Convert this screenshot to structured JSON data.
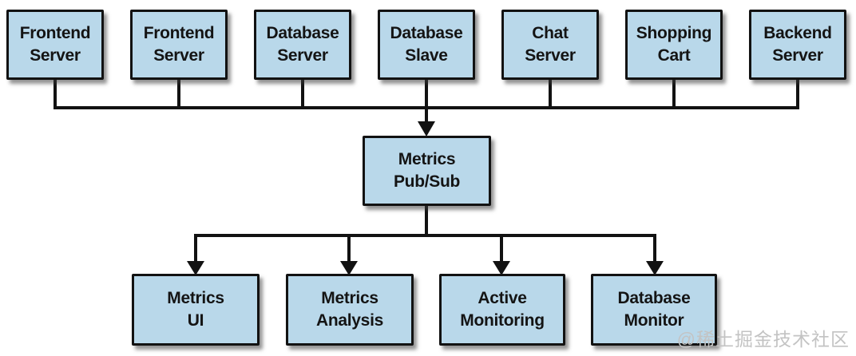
{
  "diagram": {
    "nodes": {
      "top": [
        {
          "label": "Frontend\nServer"
        },
        {
          "label": "Frontend\nServer"
        },
        {
          "label": "Database\nServer"
        },
        {
          "label": "Database\nSlave"
        },
        {
          "label": "Chat\nServer"
        },
        {
          "label": "Shopping\nCart"
        },
        {
          "label": "Backend\nServer"
        }
      ],
      "hub": {
        "label": "Metrics\nPub/Sub"
      },
      "bottom": [
        {
          "label": "Metrics\nUI"
        },
        {
          "label": "Metrics\nAnalysis"
        },
        {
          "label": "Active\nMonitoring"
        },
        {
          "label": "Database\nMonitor"
        }
      ]
    },
    "colors": {
      "node_fill": "#b9d8ea",
      "node_border": "#121212",
      "connector": "#121212",
      "watermark_text": "#c3c3c3",
      "background": "#ffffff"
    },
    "watermark": "@稀土掘金技术社区"
  }
}
